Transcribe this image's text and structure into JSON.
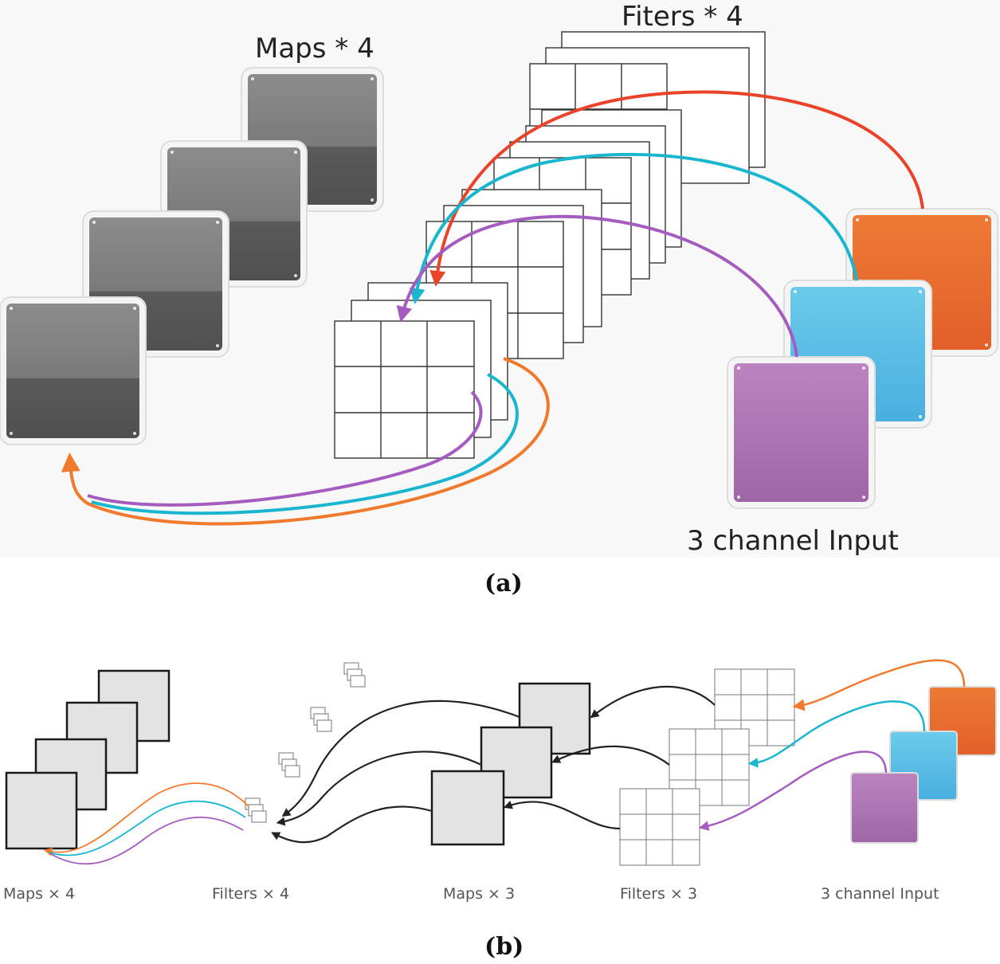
{
  "panel_a": {
    "maps_label": "Maps * 4",
    "filters_label": "Fiters * 4",
    "input_label": "3 channel Input",
    "caption": "(a)"
  },
  "panel_b": {
    "labels": {
      "maps4": "Maps × 4",
      "filters4": "Filters × 4",
      "maps3": "Maps × 3",
      "filters3": "Filters × 3",
      "input": "3 channel Input"
    },
    "caption": "(b)"
  },
  "colors": {
    "red": "#e9432a",
    "orange": "#ef7a2e",
    "cyan": "#1ab6cf",
    "purple": "#a55cbf",
    "map_gray": "#555555",
    "input_orange": "#ea6e2d",
    "input_blue": "#5cc0e8",
    "input_purple": "#b07ab8"
  }
}
